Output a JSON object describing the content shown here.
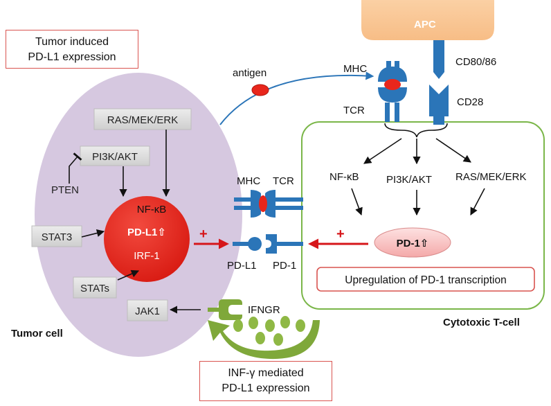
{
  "callouts": {
    "tumor_induced_line1": "Tumor induced",
    "tumor_induced_line2": "PD-L1 expression",
    "inf_line1": "INF-γ mediated",
    "inf_line2": "PD-L1 expression",
    "upregulation": "Upregulation of PD-1 transcription"
  },
  "cells": {
    "apc": "APC",
    "tumor": "Tumor cell",
    "tcell": "Cytotoxic T-cell"
  },
  "tumor_pathways": {
    "ras": "RAS/MEK/ERK",
    "pi3k": "PI3K/AKT",
    "pten": "PTEN",
    "stat3": "STAT3",
    "stats": "STATs",
    "jak1": "JAK1",
    "nfkb": "NF-κB",
    "pdl1": "PD-L1⇧",
    "irf1": "IRF-1"
  },
  "tcell_pathways": {
    "nfkb": "NF-κB",
    "pi3k": "PI3K/AKT",
    "ras": "RAS/MEK/ERK",
    "pd1": "PD-1⇧"
  },
  "receptors": {
    "antigen": "antigen",
    "mhc_top": "MHC",
    "tcr_top": "TCR",
    "cd8086": "CD80/86",
    "cd28": "CD28",
    "mhc_mid": "MHC",
    "tcr_mid": "TCR",
    "pdl1": "PD-L1",
    "pd1": "PD-1",
    "ifngr": "IFNGR"
  },
  "signs": {
    "plus_left": "+",
    "plus_right": "+"
  },
  "colors": {
    "tumor_fill": "#d6c8e0",
    "tcell_border": "#7ab648",
    "apc_fill": "#fac898",
    "receptor_blue": "#2b75b8",
    "pdl1_red": "#e8261c",
    "pd1_pink": "#f9c6c6",
    "arrow_red": "#d6161a",
    "ifn_green": "#7fa83a",
    "box_gray": "#d9d9d9"
  }
}
